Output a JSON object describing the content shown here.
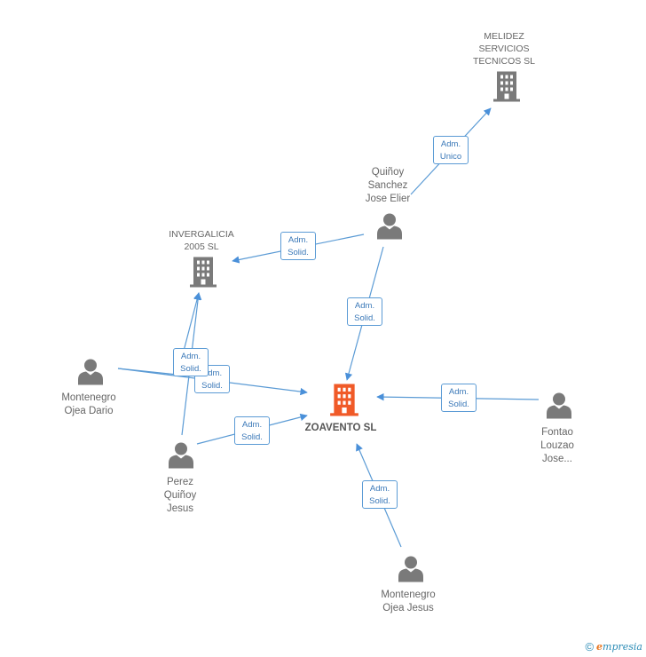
{
  "companies": {
    "melidez": [
      "MELIDEZ",
      "SERVICIOS",
      "TECNICOS SL"
    ],
    "invergalicia": [
      "INVERGALICIA",
      "2005 SL"
    ],
    "zoavento": [
      "ZOAVENTO SL"
    ]
  },
  "people": {
    "quinoy": [
      "Quiñoy",
      "Sanchez",
      "Jose Elier"
    ],
    "montenegro_dario": [
      "Montenegro",
      "Ojea Dario"
    ],
    "perez": [
      "Perez",
      "Quiñoy",
      "Jesus"
    ],
    "fontao": [
      "Fontao",
      "Louzao",
      "Jose..."
    ],
    "montenegro_jesus": [
      "Montenegro",
      "Ojea Jesus"
    ]
  },
  "roles": {
    "unico": [
      "Adm.",
      "Unico"
    ],
    "solid": [
      "Adm.",
      "Solid."
    ]
  },
  "icons": {
    "company": "building-icon",
    "person": "person-icon"
  },
  "colors": {
    "company": "#7a7a7a",
    "main_company": "#f05a28",
    "person": "#7a7a7a",
    "edge": "#5b9bd5",
    "role_text": "#3a78b8"
  },
  "credit": {
    "copyright": "©",
    "brand_initial": "e",
    "brand_rest": "mpresia"
  }
}
